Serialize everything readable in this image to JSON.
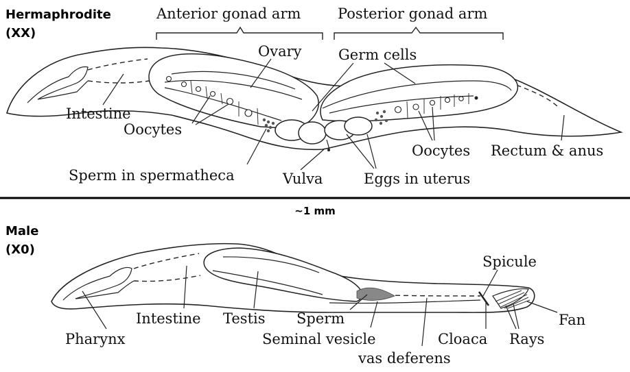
{
  "hermaphrodite": {
    "title_line1": "Hermaphrodite",
    "title_line2": "(XX)",
    "labels": {
      "anterior_gonad_arm": "Anterior gonad arm",
      "posterior_gonad_arm": "Posterior gonad arm",
      "ovary": "Ovary",
      "germ_cells": "Germ cells",
      "intestine": "Intestine",
      "oocytes_left": "Oocytes",
      "oocytes_right": "Oocytes",
      "rectum_anus": "Rectum & anus",
      "sperm_spermatheca": "Sperm in spermatheca",
      "vulva": "Vulva",
      "eggs_uterus": "Eggs in uterus"
    }
  },
  "scale_label": "~1 mm",
  "male": {
    "title_line1": "Male",
    "title_line2": "(X0)",
    "labels": {
      "spicule": "Spicule",
      "fan": "Fan",
      "pharynx": "Pharynx",
      "intestine": "Intestine",
      "testis": "Testis",
      "sperm": "Sperm",
      "seminal_vesicle": "Seminal vesicle",
      "vas_deferens": "vas deferens",
      "cloaca": "Cloaca",
      "rays": "Rays"
    }
  }
}
